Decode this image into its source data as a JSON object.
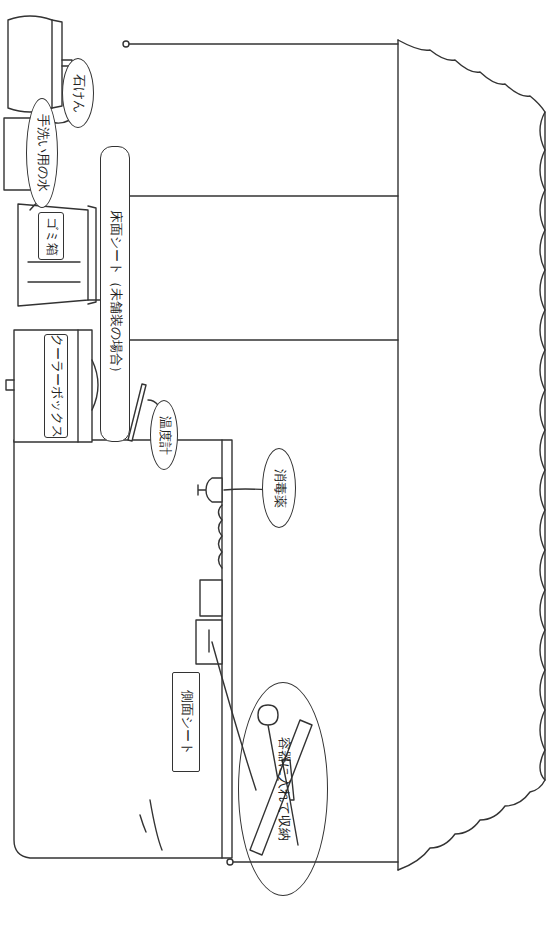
{
  "diagram": {
    "nodes": [
      {
        "text": [
          "石けん"
        ]
      },
      {
        "text": [
          "手洗い用の水"
        ]
      },
      {
        "text": [
          "ゴミ箱"
        ]
      },
      {
        "text": [
          "床面シート（未舗装の場合）"
        ]
      },
      {
        "text": [
          "クーラーボックス"
        ]
      },
      {
        "text": [
          "温度計"
        ]
      },
      {
        "text": [
          "消毒薬"
        ]
      },
      {
        "text": [
          "側面シート"
        ]
      },
      {
        "text": [
          "容器に入れて収納"
        ]
      }
    ]
  }
}
